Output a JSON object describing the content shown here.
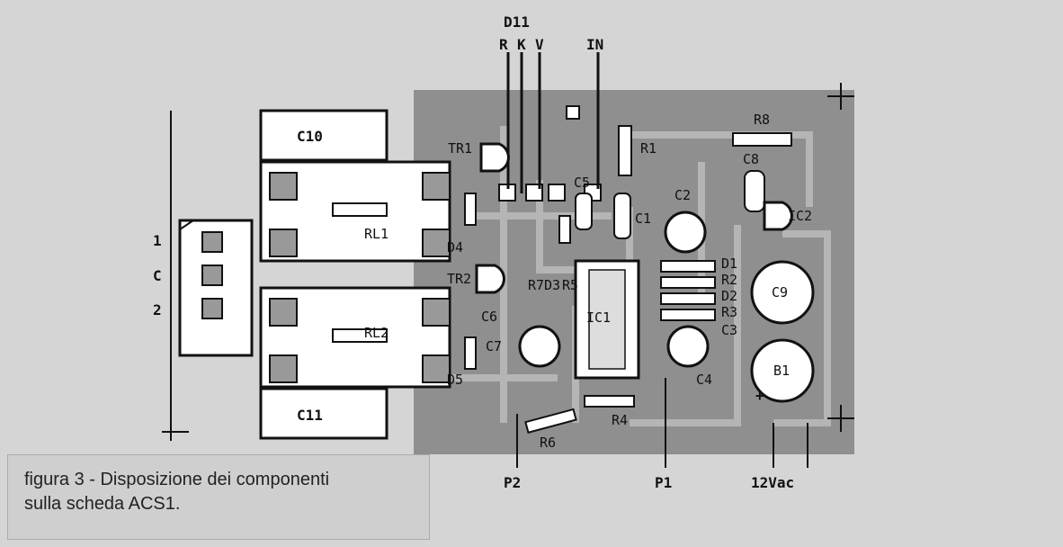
{
  "labels": {
    "D11": "D11",
    "R": "R",
    "K": "K",
    "V": "V",
    "IN": "IN",
    "C10": "C10",
    "TR1": "TR1",
    "R1": "R1",
    "R8": "R8",
    "C5": "C5",
    "C2": "C2",
    "C8": "C8",
    "RL1": "RL1",
    "D4": "D4",
    "C1": "C1",
    "IC2": "IC2",
    "n1": "1",
    "C": "C",
    "n2": "2",
    "TR2": "TR2",
    "D1": "D1",
    "R2": "R2",
    "D2": "D2",
    "R3": "R3",
    "C3": "C3",
    "C9": "C9",
    "C6": "C6",
    "IC1": "IC1",
    "RL2": "RL2",
    "C7": "C7",
    "D5": "D5",
    "B1": "B1",
    "C4": "C4",
    "R4": "R4",
    "C11": "C11",
    "R6": "R6",
    "R7": "R7",
    "D3": "D3",
    "R5": "R5",
    "plus": "+",
    "P2": "P2",
    "P1": "P1",
    "V12": "12Vac"
  },
  "caption": {
    "line1": "figura 3 - Disposizione dei componenti",
    "line2": "sulla scheda ACS1."
  }
}
